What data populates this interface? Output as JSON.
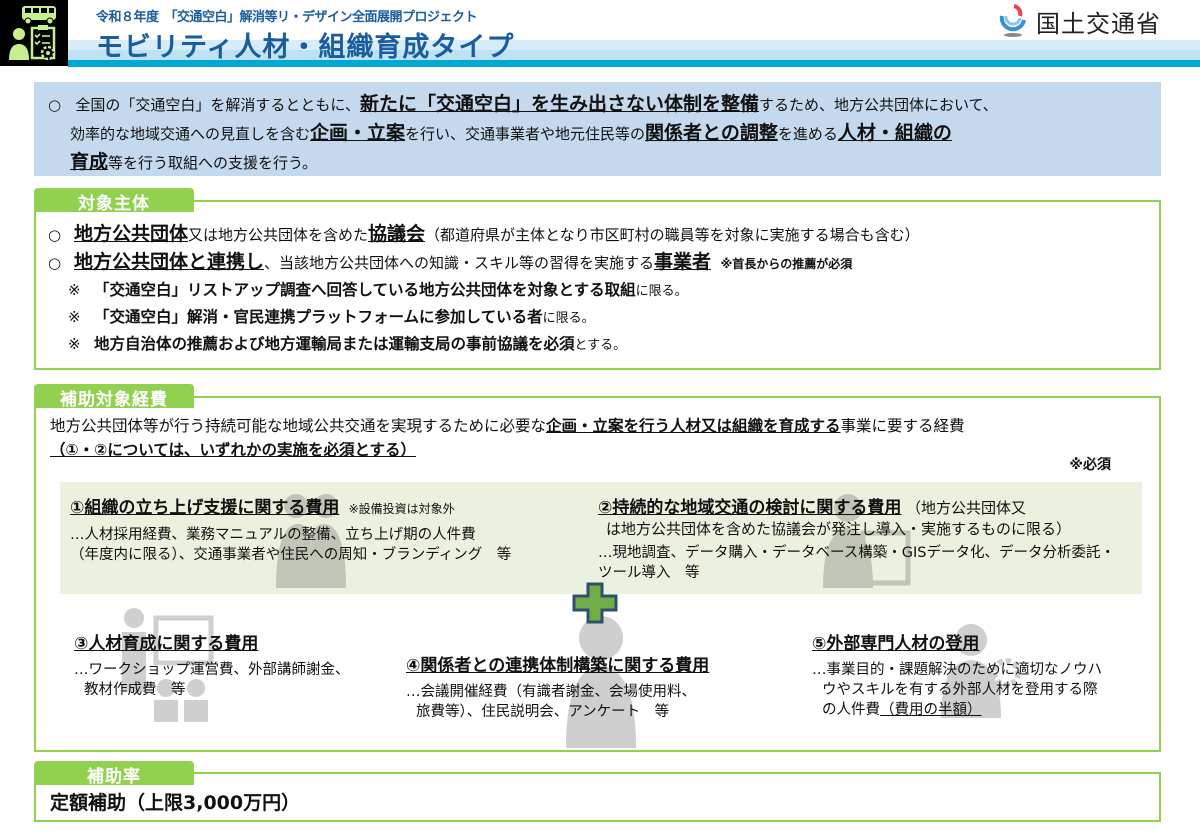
{
  "header": {
    "subtitle": "令和８年度　「交通空白」解消等リ・デザイン全面展開プロジェクト",
    "title": "モビリティ人材・組織育成タイプ",
    "logo_text": "国土交通省",
    "icon": "mobility-person-clipboard-icon",
    "colors": {
      "title": "#1a5c9e",
      "band": "#00a8d6",
      "icon_bg": "#000000",
      "icon_fg": "#c6f08f"
    }
  },
  "intro": {
    "bullet": "○",
    "segments": [
      {
        "text": "全国の「交通空白」を解消するとともに、",
        "bold": false
      },
      {
        "text": "新たに「交通空白」を生み出さない体制を整備",
        "bold": true
      },
      {
        "text": "するため、地方公共団体において、",
        "bold": false
      },
      {
        "text": "効率的な地域交通への見直しを含む",
        "bold": false
      },
      {
        "text": "企画・立案",
        "bold": true
      },
      {
        "text": "を行い、交通事業者や地元住民等の",
        "bold": false
      },
      {
        "text": "関係者との調整",
        "bold": true
      },
      {
        "text": "を進める",
        "bold": false
      },
      {
        "text": "人材・組織の",
        "bold": true
      },
      {
        "text": "育成",
        "bold": true
      },
      {
        "text": "等を行う取組への支援を行う。",
        "bold": false
      }
    ]
  },
  "target": {
    "tag": "対象主体",
    "lines": [
      {
        "mark": "○",
        "b1": "地方公共団体",
        "t1": "又は地方公共団体を含めた",
        "b2": "協議会",
        "t2": "（都道府県が主体となり市区町村の職員等を対象に実施する場合も含む）"
      },
      {
        "mark": "○",
        "b1": "地方公共団体と連携し",
        "t1": "、当該地方公共団体への知識・スキル等の習得を実施する",
        "b2": "事業者",
        "t2": "※首長からの推薦が必須"
      }
    ],
    "notes": [
      {
        "mark": "※",
        "bold": "「交通空白」リストアップ調査へ回答している地方公共団体を対象とする取組",
        "rest": "に限る。"
      },
      {
        "mark": "※",
        "bold": "「交通空白」解消・官民連携プラットフォームに参加している者",
        "rest": "に限る。"
      },
      {
        "mark": "※",
        "bold": "地方自治体の推薦および地方運輸局または運輸支局の事前協議を必須",
        "rest": "とする。"
      }
    ]
  },
  "expenses": {
    "tag": "補助対象経費",
    "desc_pre": "地方公共団体等が行う持続可能な地域公共交通を実現するために必要な",
    "desc_bold": "企画・立案を行う人材又は組織を育成する",
    "desc_post": "事業に要する経費",
    "requirement": "（①・②については、いずれかの実施を必須とする）",
    "must": "※必須",
    "items": [
      {
        "title": "①組織の立ち上げ支援に関する費用",
        "note": "※設備投資は対象外",
        "body": [
          "…人材採用経費、業務マニュアルの整備、立ち上げ期の人件費",
          "（年度内に限る）、交通事業者や住民への周知・ブランディング　等"
        ]
      },
      {
        "title": "②持続的な地域交通の検討に関する費用",
        "note": "（地方公共団体又",
        "note2": "は地方公共団体を含めた協議会が発注し導入・実施するものに限る）",
        "body": [
          "…現地調査、データ購入・データベース構築・GISデータ化、データ分析委託・",
          "ツール導入　等"
        ]
      },
      {
        "title": "③人材育成に関する費用",
        "body": [
          "…ワークショップ運営費、外部講師謝金、",
          "教材作成費　等"
        ]
      },
      {
        "title": "④関係者との連携体制構築に関する費用",
        "body": [
          "…会議開催経費（有識者謝金、会場使用料、",
          "旅費等）、住民説明会、アンケート　等"
        ]
      },
      {
        "title": "⑤外部専門人材の登用",
        "body": [
          "…事業目的・課題解決のために適切なノウハ",
          "ウやスキルを有する外部人材を登用する際",
          "の人件費"
        ],
        "body_underlined": "（費用の半額）"
      }
    ],
    "plus_icon": "plus-icon"
  },
  "rate": {
    "tag": "補助率",
    "value": "定額補助（上限3,000万円）"
  }
}
